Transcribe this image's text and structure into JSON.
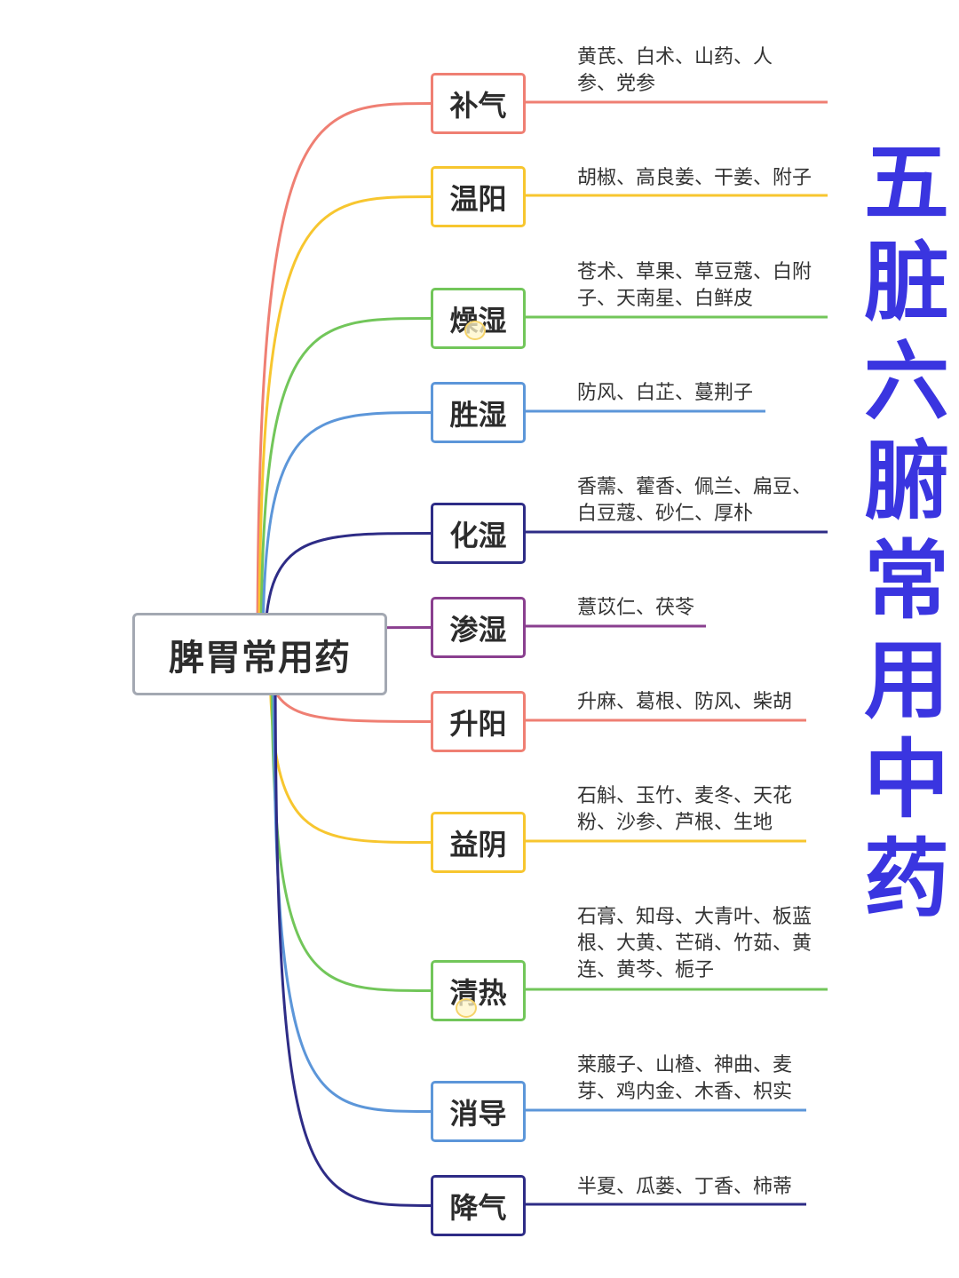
{
  "root": {
    "label": "脾胃常用药",
    "color": "#a3a8b2"
  },
  "side_title": {
    "chars": [
      "五",
      "脏",
      "六",
      "腑",
      "常",
      "用",
      "中",
      "药"
    ],
    "color": "#3a35e0"
  },
  "branches": [
    {
      "label": "补气",
      "color": "#ef7f73",
      "herbs": "黄芪、白术、山药、人参、党参"
    },
    {
      "label": "温阳",
      "color": "#f7c62f",
      "herbs": "胡椒、高良姜、干姜、附子"
    },
    {
      "label": "燥湿",
      "color": "#72c65a",
      "herbs": "苍术、草果、草豆蔻、白附子、天南星、白鲜皮"
    },
    {
      "label": "胜湿",
      "color": "#5c96d9",
      "herbs": "防风、白芷、蔓荆子"
    },
    {
      "label": "化湿",
      "color": "#2e2c86",
      "herbs": "香薷、藿香、佩兰、扁豆、白豆蔻、砂仁、厚朴"
    },
    {
      "label": "渗湿",
      "color": "#8a3f8f",
      "herbs": "薏苡仁、茯苓"
    },
    {
      "label": "升阳",
      "color": "#ef7f73",
      "herbs": "升麻、葛根、防风、柴胡"
    },
    {
      "label": "益阴",
      "color": "#f7c62f",
      "herbs": "石斛、玉竹、麦冬、天花粉、沙参、芦根、生地"
    },
    {
      "label": "清热",
      "color": "#72c65a",
      "herbs": "石膏、知母、大青叶、板蓝根、大黄、芒硝、竹茹、黄连、黄芩、栀子"
    },
    {
      "label": "消导",
      "color": "#5c96d9",
      "herbs": "莱菔子、山楂、神曲、麦芽、鸡内金、木香、枳实"
    },
    {
      "label": "降气",
      "color": "#2e2c86",
      "herbs": "半夏、瓜蒌、丁香、柿蒂"
    }
  ]
}
